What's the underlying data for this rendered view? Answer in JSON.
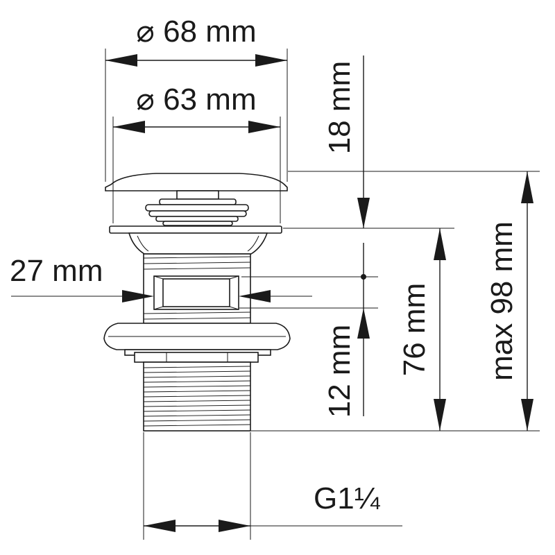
{
  "dimensions": {
    "outer_diameter": "⌀ 68 mm",
    "inner_diameter": "⌀ 63 mm",
    "cap_height": "18 mm",
    "slot_width": "27 mm",
    "lower_length": "12 mm",
    "body_length": "76 mm",
    "max_height": "max 98 mm",
    "thread_size_main": "G1",
    "thread_size_fraction": "¼"
  },
  "colors": {
    "line": "#1a1a1a",
    "background": "#ffffff"
  }
}
